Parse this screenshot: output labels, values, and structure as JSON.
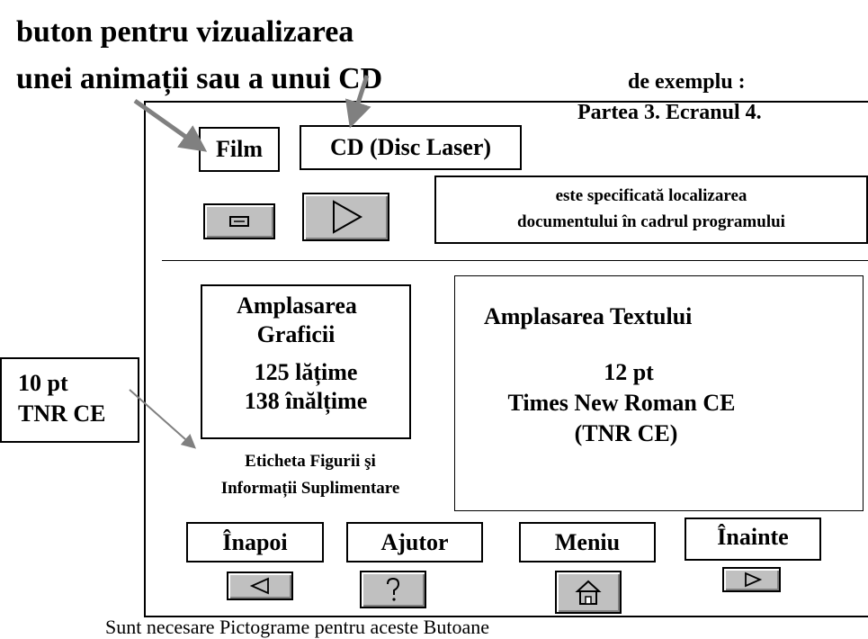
{
  "annotations": {
    "top_note_line1": "buton pentru vizualizarea",
    "top_note_line2": "unei animații sau a unui CD",
    "example_line1": "de exemplu :",
    "example_line2": "Partea 3. Ecranul 4.",
    "font_note_line1": "10 pt",
    "font_note_line2": "TNR CE",
    "bottom_note": "Sunt necesare Pictograme pentru aceste Butoane"
  },
  "screen": {
    "film_label": "Film",
    "cd_label": "CD (Disc Laser)",
    "location_note_line1": "este specificată localizarea",
    "location_note_line2": "documentului în cadrul programului",
    "graphic_box": {
      "line1": "Amplasarea",
      "line2": "Graficii",
      "width": "125 lățime",
      "height": "138 înălțime"
    },
    "figure_caption_line1": "Eticheta Figurii şi",
    "figure_caption_line2": "Informații Suplimentare",
    "text_box": {
      "title": "Amplasarea Textului",
      "size": "12 pt",
      "font": "Times New Roman CE",
      "font_short": "(TNR CE)"
    },
    "nav_buttons": [
      {
        "label": "Înapoi",
        "icon": "arrow-left-icon"
      },
      {
        "label": "Ajutor",
        "icon": "question-icon"
      },
      {
        "label": "Meniu",
        "icon": "home-icon"
      },
      {
        "label": "Înainte",
        "icon": "arrow-right-icon"
      }
    ],
    "button_face_color": "#c0c0c0"
  }
}
